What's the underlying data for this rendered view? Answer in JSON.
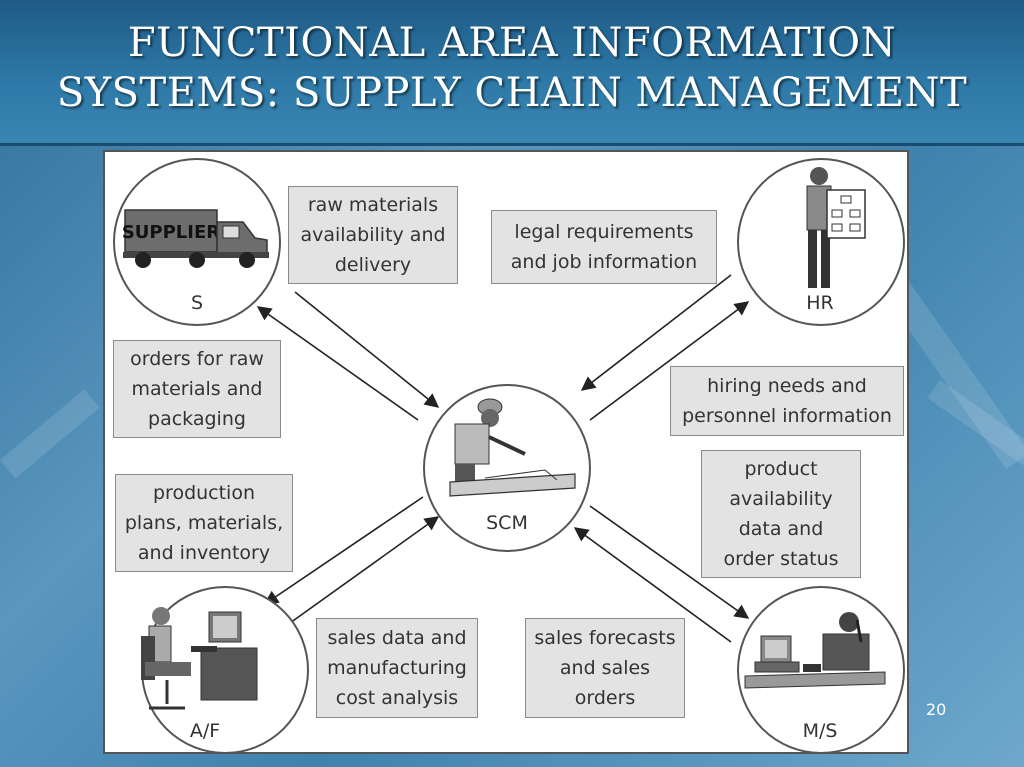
{
  "slide": {
    "title_line1": "FUNCTIONAL AREA INFORMATION",
    "title_line2": "SYSTEMS: SUPPLY CHAIN MANAGEMENT",
    "page_number": "20"
  },
  "diagram": {
    "nodes": {
      "supplier": {
        "label": "S",
        "truck_text": "SUPPLIER",
        "icon": "supplier-truck-icon"
      },
      "hr": {
        "label": "HR",
        "icon": "hr-person-icon"
      },
      "scm": {
        "label": "SCM",
        "icon": "scm-engineer-icon"
      },
      "af": {
        "label": "A/F",
        "icon": "af-office-worker-icon"
      },
      "ms": {
        "label": "M/S",
        "icon": "ms-phone-worker-icon"
      }
    },
    "flows": {
      "raw_materials": "raw materials\navailability and\ndelivery",
      "orders_raw": "orders for raw\nmaterials and\npackaging",
      "legal": "legal requirements\nand job information",
      "hiring": "hiring needs and\npersonnel information",
      "production": "production\nplans, materials,\nand inventory",
      "product_availability": "product\navailability\ndata and\norder status",
      "sales_data": "sales data and\nmanufacturing\ncost analysis",
      "sales_forecasts": "sales forecasts\nand sales\norders"
    }
  },
  "colors": {
    "box_fill": "#e3e3e3",
    "title_text": "#ffffff",
    "panel_background": "#ffffff"
  }
}
